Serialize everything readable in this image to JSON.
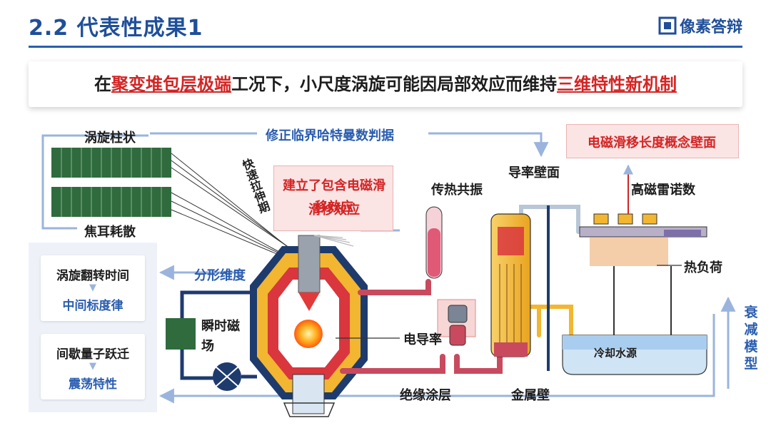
{
  "header": {
    "title": "2.2 代表性成果1",
    "logo_text": "像素答辩"
  },
  "banner": {
    "parts": [
      {
        "text": "在",
        "highlight": false
      },
      {
        "text": "聚变堆包层极端",
        "highlight": true
      },
      {
        "text": "工况下，小尺度涡旋可能因局部效应而维持",
        "highlight": false
      },
      {
        "text": "三维特性新机制",
        "highlight": true
      }
    ]
  },
  "labels": {
    "vortex_column": "涡旋柱状",
    "focal_dissipation": "焦耳耗散",
    "correct_criterion": "修正临界哈特曼数判据",
    "rapid_stretch": "快速拉伸期",
    "em_slip_effect": "建立了包含电磁滑移效应",
    "heat_resonance": "传热共振",
    "conductive_wall": "导率壁面",
    "em_slip_wall": "电磁滑移长度概念壁面",
    "high_mag_reynolds": "高磁雷诺数",
    "fractal_dim": "分形维度",
    "transient_field": "瞬时磁场",
    "conductivity": "电导率",
    "heat_load": "热负荷",
    "insulating_coating": "绝缘涂层",
    "metal_wall": "金属壁",
    "cooling_water": "冷却水源",
    "decay_model": "衰减模型"
  },
  "side_cards": [
    {
      "top": "涡旋翻转时间",
      "bottom": "中间标度律"
    },
    {
      "top": "间歇量子跃迁",
      "bottom": "震荡特性"
    }
  ],
  "colors": {
    "accent": "#2a5db0",
    "highlight_red": "#d42424",
    "reactor_yellow": "#f2b630",
    "reactor_red": "#d9363e",
    "coolant_blue": "#3a78c8"
  }
}
